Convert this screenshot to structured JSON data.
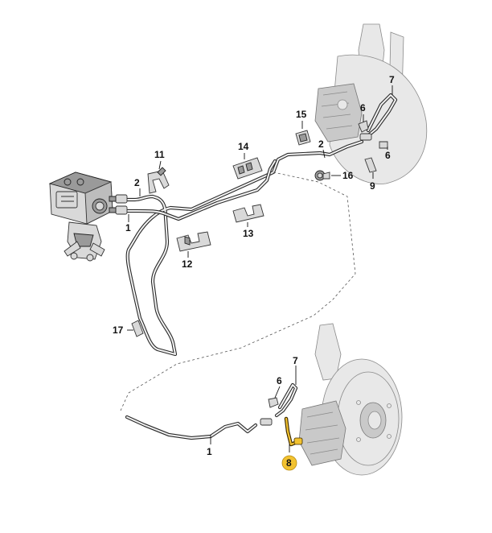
{
  "callouts": [
    {
      "id": "c1a",
      "label": "1"
    },
    {
      "id": "c1b",
      "label": "1"
    },
    {
      "id": "c2a",
      "label": "2"
    },
    {
      "id": "c2b",
      "label": "2"
    },
    {
      "id": "c6a",
      "label": "6"
    },
    {
      "id": "c6b",
      "label": "6"
    },
    {
      "id": "c6c",
      "label": "6"
    },
    {
      "id": "c7a",
      "label": "7"
    },
    {
      "id": "c7b",
      "label": "7"
    },
    {
      "id": "c8",
      "label": "8"
    },
    {
      "id": "c9",
      "label": "9"
    },
    {
      "id": "c11",
      "label": "11"
    },
    {
      "id": "c12",
      "label": "12"
    },
    {
      "id": "c13",
      "label": "13"
    },
    {
      "id": "c14",
      "label": "14"
    },
    {
      "id": "c15",
      "label": "15"
    },
    {
      "id": "c16",
      "label": "16"
    },
    {
      "id": "c17",
      "label": "17"
    }
  ],
  "highlight": {
    "part": "8",
    "color": "#f2c230"
  },
  "colors": {
    "line": "#2a2a2a",
    "ghost": "#8a8a8a",
    "background": "#ffffff"
  }
}
